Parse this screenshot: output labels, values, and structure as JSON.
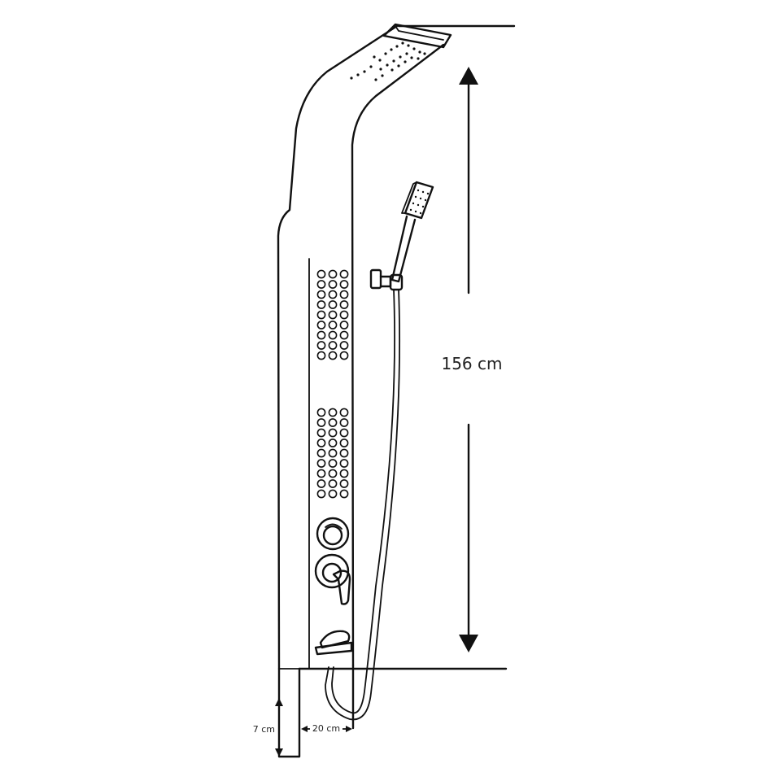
{
  "dimensions": {
    "height_label": "156 cm",
    "floor_gap_label": "7 cm",
    "depth_label": "20 cm"
  },
  "colors": {
    "line": "#111111",
    "background": "#ffffff",
    "text": "#222222"
  }
}
